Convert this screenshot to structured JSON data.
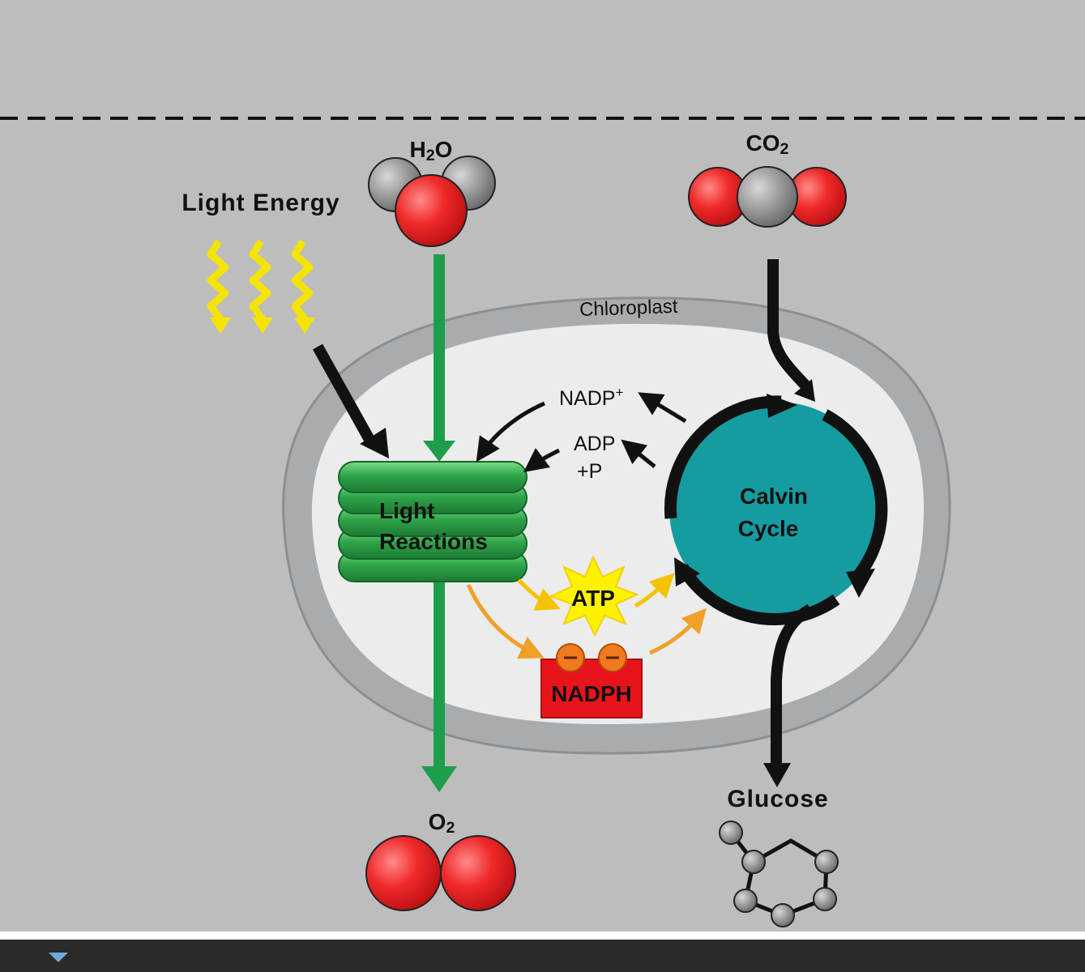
{
  "labels": {
    "h2o": {
      "main": "H",
      "sub": "2",
      "tail": "O"
    },
    "co2": {
      "main": "CO",
      "sub": "2"
    },
    "o2": {
      "main": "O",
      "sub": "2"
    },
    "light_energy": "Light Energy",
    "chloroplast": "Chloroplast",
    "nadp_plus": {
      "main": "NADP",
      "sup": "+"
    },
    "adp_line1": "ADP",
    "adp_line2": "+P",
    "light_reactions_line1": "Light",
    "light_reactions_line2": "Reactions",
    "calvin_line1": "Calvin",
    "calvin_line2": "Cycle",
    "atp": "ATP",
    "nadph": "NADPH",
    "glucose": "Glucose"
  },
  "colors": {
    "background": "#bdbdbd",
    "chloroplast_membrane": "#a9acaf",
    "stroma": "#ececec",
    "oxygen_atom": "#e8141b",
    "carbon_atom": "#8a8a8a",
    "hydrogen_atom": "#9a9a9a",
    "thylakoid_green": "#2fa64a",
    "water_flow_green": "#1e9d4b",
    "calvin_teal": "#149ca0",
    "atp_star_yellow": "#fff200",
    "nadph_red": "#e8141b",
    "electron_orange": "#f07a1e",
    "light_yellow": "#fff200",
    "taskbar": "#2a2a2a"
  }
}
